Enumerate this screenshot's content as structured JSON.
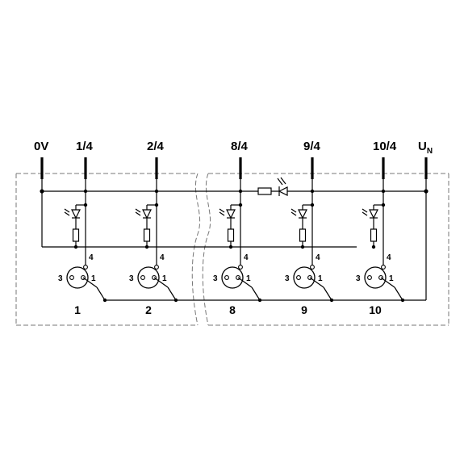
{
  "terminals": {
    "ov": "0V",
    "t1": "1/4",
    "t2": "2/4",
    "t8": "8/4",
    "t9": "9/4",
    "t10": "10/4",
    "un_main": "U",
    "un_sub": "N"
  },
  "channels": [
    {
      "number": "1",
      "pin_left": "3",
      "pin_top": "4",
      "pin_right": "1"
    },
    {
      "number": "2",
      "pin_left": "3",
      "pin_top": "4",
      "pin_right": "1"
    },
    {
      "number": "8",
      "pin_left": "3",
      "pin_top": "4",
      "pin_right": "1"
    },
    {
      "number": "9",
      "pin_left": "3",
      "pin_top": "4",
      "pin_right": "1"
    },
    {
      "number": "10",
      "pin_left": "3",
      "pin_top": "4",
      "pin_right": "1"
    }
  ]
}
